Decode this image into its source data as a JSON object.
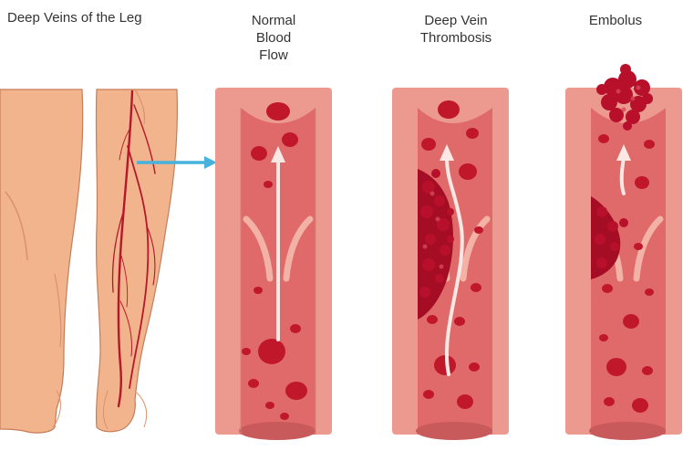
{
  "labels": {
    "legs": "Deep Veins of the Leg",
    "normal": "Normal\nBlood\nFlow",
    "dvt": "Deep Vein\nThrombosis",
    "embolus": "Embolus"
  },
  "colors": {
    "skin": "#f2b48c",
    "skin_outline": "#c57d5a",
    "vein": "#b5182b",
    "vessel_wall": "#ec9a8f",
    "vessel_lumen": "#e06a6a",
    "blood_cell": "#c0182a",
    "clot": "#b8102a",
    "flow_arrow": "#fbe7e3",
    "pointer_arrow": "#47b2dc"
  },
  "icons": {
    "pointer": "arrow-right-icon",
    "flow": "arrow-up-icon"
  }
}
